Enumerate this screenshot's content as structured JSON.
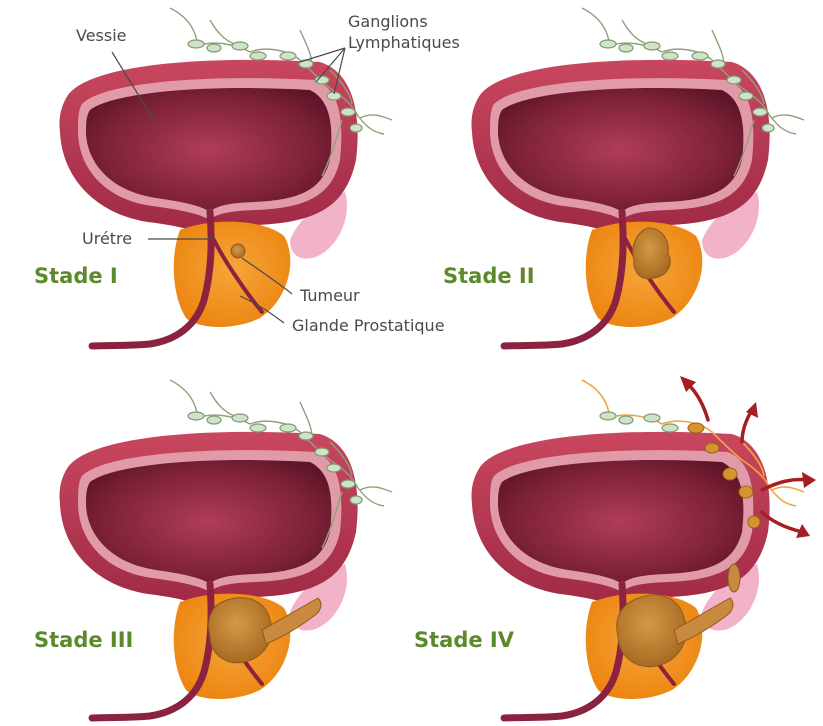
{
  "annotations": {
    "bladder": "Vessie",
    "lymph_nodes_line1": "Ganglions",
    "lymph_nodes_line2": "Lymphatiques",
    "urethra": "Urétre",
    "tumor": "Tumeur",
    "prostate": "Glande Prostatique"
  },
  "stages": [
    {
      "label": "Stade I"
    },
    {
      "label": "Stade II"
    },
    {
      "label": "Stade III"
    },
    {
      "label": "Stade IV"
    }
  ],
  "colors": {
    "stage_label": "#5b8a2a",
    "annotation_text": "#4a4a4a",
    "bladder_outer": "#b8324f",
    "bladder_inner": "#7e2238",
    "prostate": "#f39a1e",
    "tumor": "#b97a2c",
    "node": "#cfe3c9",
    "seminal_vesicle": "#f2b3c8",
    "metastasis_arrow": "#a41e24"
  }
}
